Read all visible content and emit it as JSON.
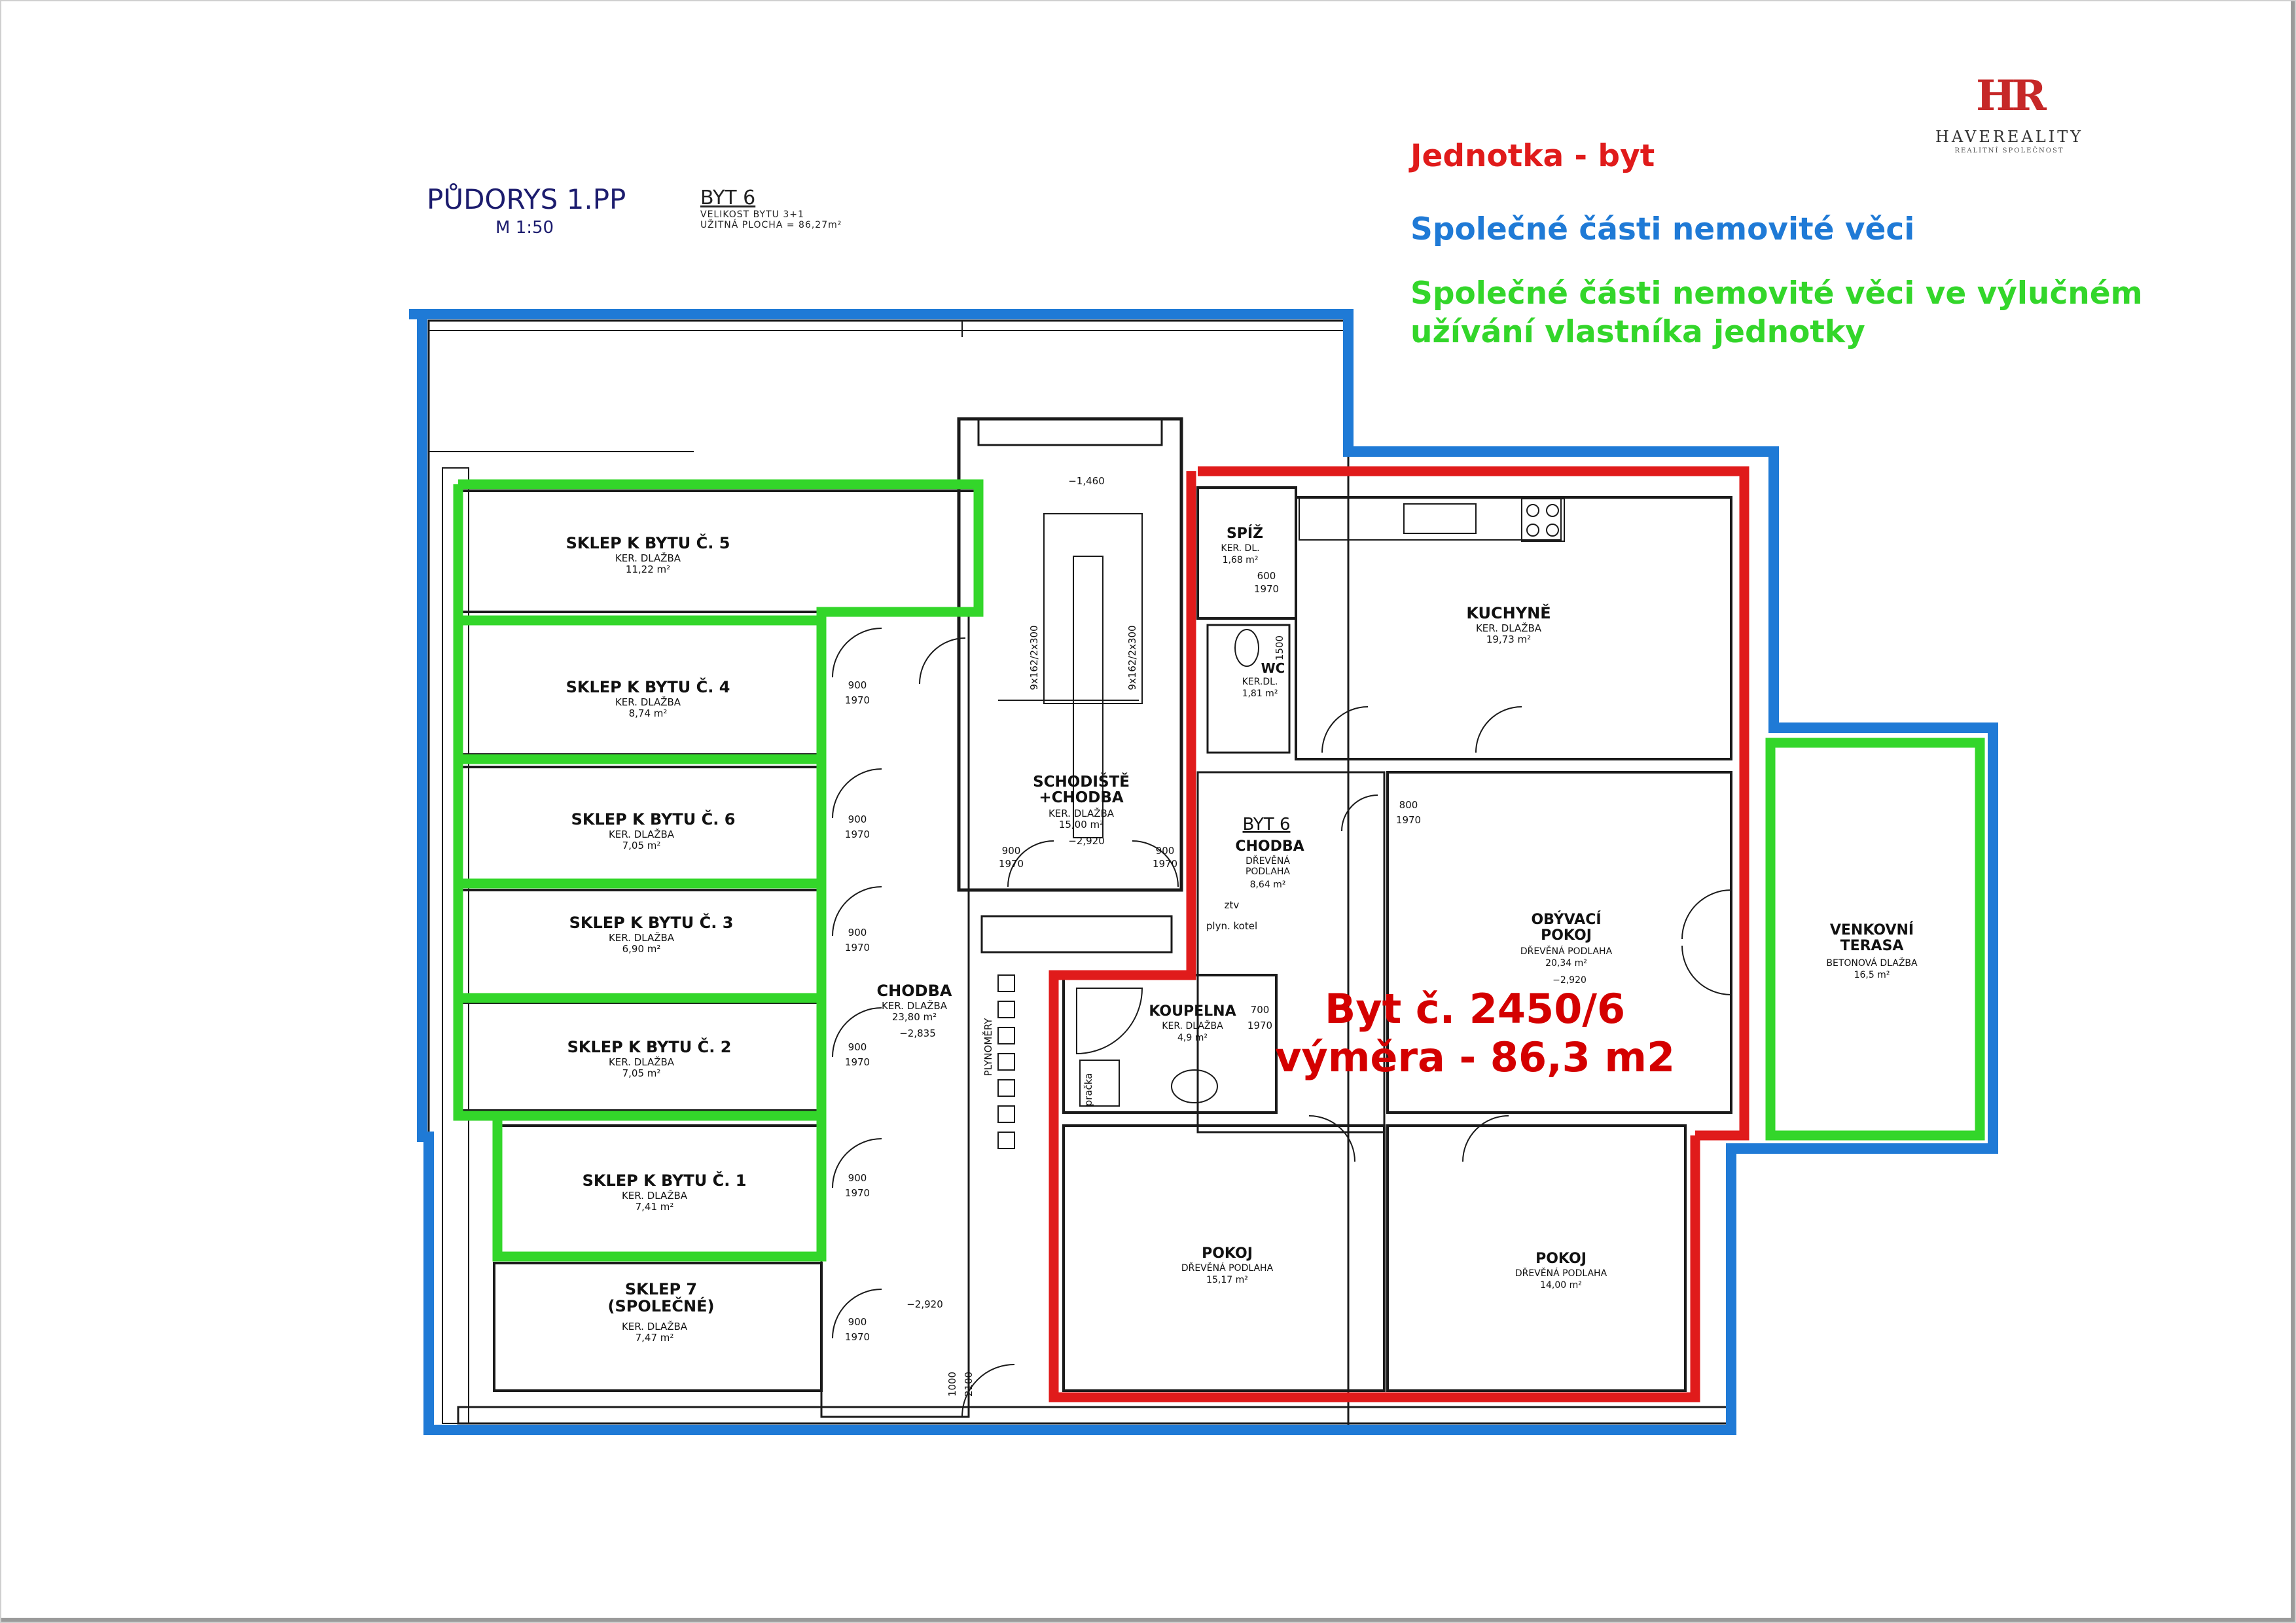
{
  "plan": {
    "title": "PŮDORYS 1.PP",
    "scale": "M 1:50",
    "byt_label": "BYT 6",
    "byt_size": "VELIKOST BYTU 3+1",
    "byt_area": "UŽITNÁ PLOCHA = 86,27m²"
  },
  "logo": {
    "mark": "HR",
    "name": "HAVEREALITY",
    "sub": "REALITNÍ SPOLEČNOST"
  },
  "legend": {
    "unit": "Jednotka - byt",
    "common": "Společné části nemovité věci",
    "exclusive": "Společné části nemovité věci ve výlučném užívání vlastníka jednotky"
  },
  "callout": {
    "line1": "Byt č. 2450/6",
    "line2": "výměra - 86,3 m2"
  },
  "colors": {
    "unit": "#e01b1b",
    "common": "#1f7ad6",
    "exclusive": "#33d62a",
    "walls": "#1a1a1a"
  },
  "rooms": {
    "sklep5": {
      "name": "SKLEP K BYTU Č. 5",
      "floor": "KER. DLAŽBA",
      "area": "11,22 m²"
    },
    "sklep4": {
      "name": "SKLEP K BYTU Č. 4",
      "floor": "KER. DLAŽBA",
      "area": "8,74 m²"
    },
    "sklep6": {
      "name": "SKLEP K BYTU Č. 6",
      "floor": "KER. DLAŽBA",
      "area": "7,05 m²"
    },
    "sklep3": {
      "name": "SKLEP K BYTU Č. 3",
      "floor": "KER. DLAŽBA",
      "area": "6,90 m²"
    },
    "sklep2": {
      "name": "SKLEP K BYTU Č. 2",
      "floor": "KER. DLAŽBA",
      "area": "7,05 m²"
    },
    "sklep1": {
      "name": "SKLEP K BYTU Č. 1",
      "floor": "KER. DLAŽBA",
      "area": "7,41 m²"
    },
    "sklep7": {
      "name": "SKLEP 7",
      "name2": "(SPOLEČNÉ)",
      "floor": "KER. DLAŽBA",
      "area": "7,47 m²"
    },
    "chodba_left": {
      "name": "CHODBA",
      "floor": "KER. DLAŽBA",
      "area": "23,80 m²",
      "level": "−2,835"
    },
    "schodiste": {
      "name": "SCHODIŠTĚ",
      "name2": "+CHODBA",
      "floor": "KER. DLAŽBA",
      "area": "15,00 m²",
      "level": "−2,920"
    },
    "spiz": {
      "name": "SPÍŽ",
      "floor": "KER. DL.",
      "area": "1,68 m²"
    },
    "wc": {
      "name": "WC",
      "floor": "KER.DL.",
      "area": "1,81 m²"
    },
    "kuchyne": {
      "name": "KUCHYNĚ",
      "floor": "KER. DLAŽBA",
      "area": "19,73 m²"
    },
    "chodba_byt": {
      "name": "CHODBA",
      "floor": "DŘEVĚNÁ",
      "floor2": "PODLAHA",
      "area": "8,64 m²",
      "byt": "BYT 6"
    },
    "obyvaci": {
      "name": "OBÝVACÍ",
      "name2": "POKOJ",
      "floor": "DŘEVĚNÁ PODLAHA",
      "area": "20,34 m²",
      "level": "−2,920"
    },
    "koupelna": {
      "name": "KOUPELNA",
      "floor": "KER. DLAŽBA",
      "area": "4,9 m²"
    },
    "pokoj1": {
      "name": "POKOJ",
      "floor": "DŘEVĚNÁ PODLAHA",
      "area": "15,17 m²"
    },
    "pokoj2": {
      "name": "POKOJ",
      "floor": "DŘEVĚNÁ PODLAHA",
      "area": "14,00 m²"
    },
    "terasa": {
      "name": "VENKOVNÍ",
      "name2": "TERASA",
      "floor": "BETONOVÁ DLAŽBA",
      "area": "16,5 m²"
    }
  },
  "marks": {
    "level_top": "−1,460",
    "level_bottom": "−2,920",
    "stairs_a": "9x162/2x300",
    "stairs_b": "9x162/2x300",
    "plynomery": "PLYNOMĚRY",
    "ztv": "ztv",
    "plyn_kotel": "plyn. kotel",
    "pracka": "pračka",
    "d900": "900",
    "d1970": "1970",
    "d800": "800",
    "d700": "700",
    "d600": "600",
    "d1000": "1000",
    "d2100": "2100",
    "d1500": "1500"
  }
}
